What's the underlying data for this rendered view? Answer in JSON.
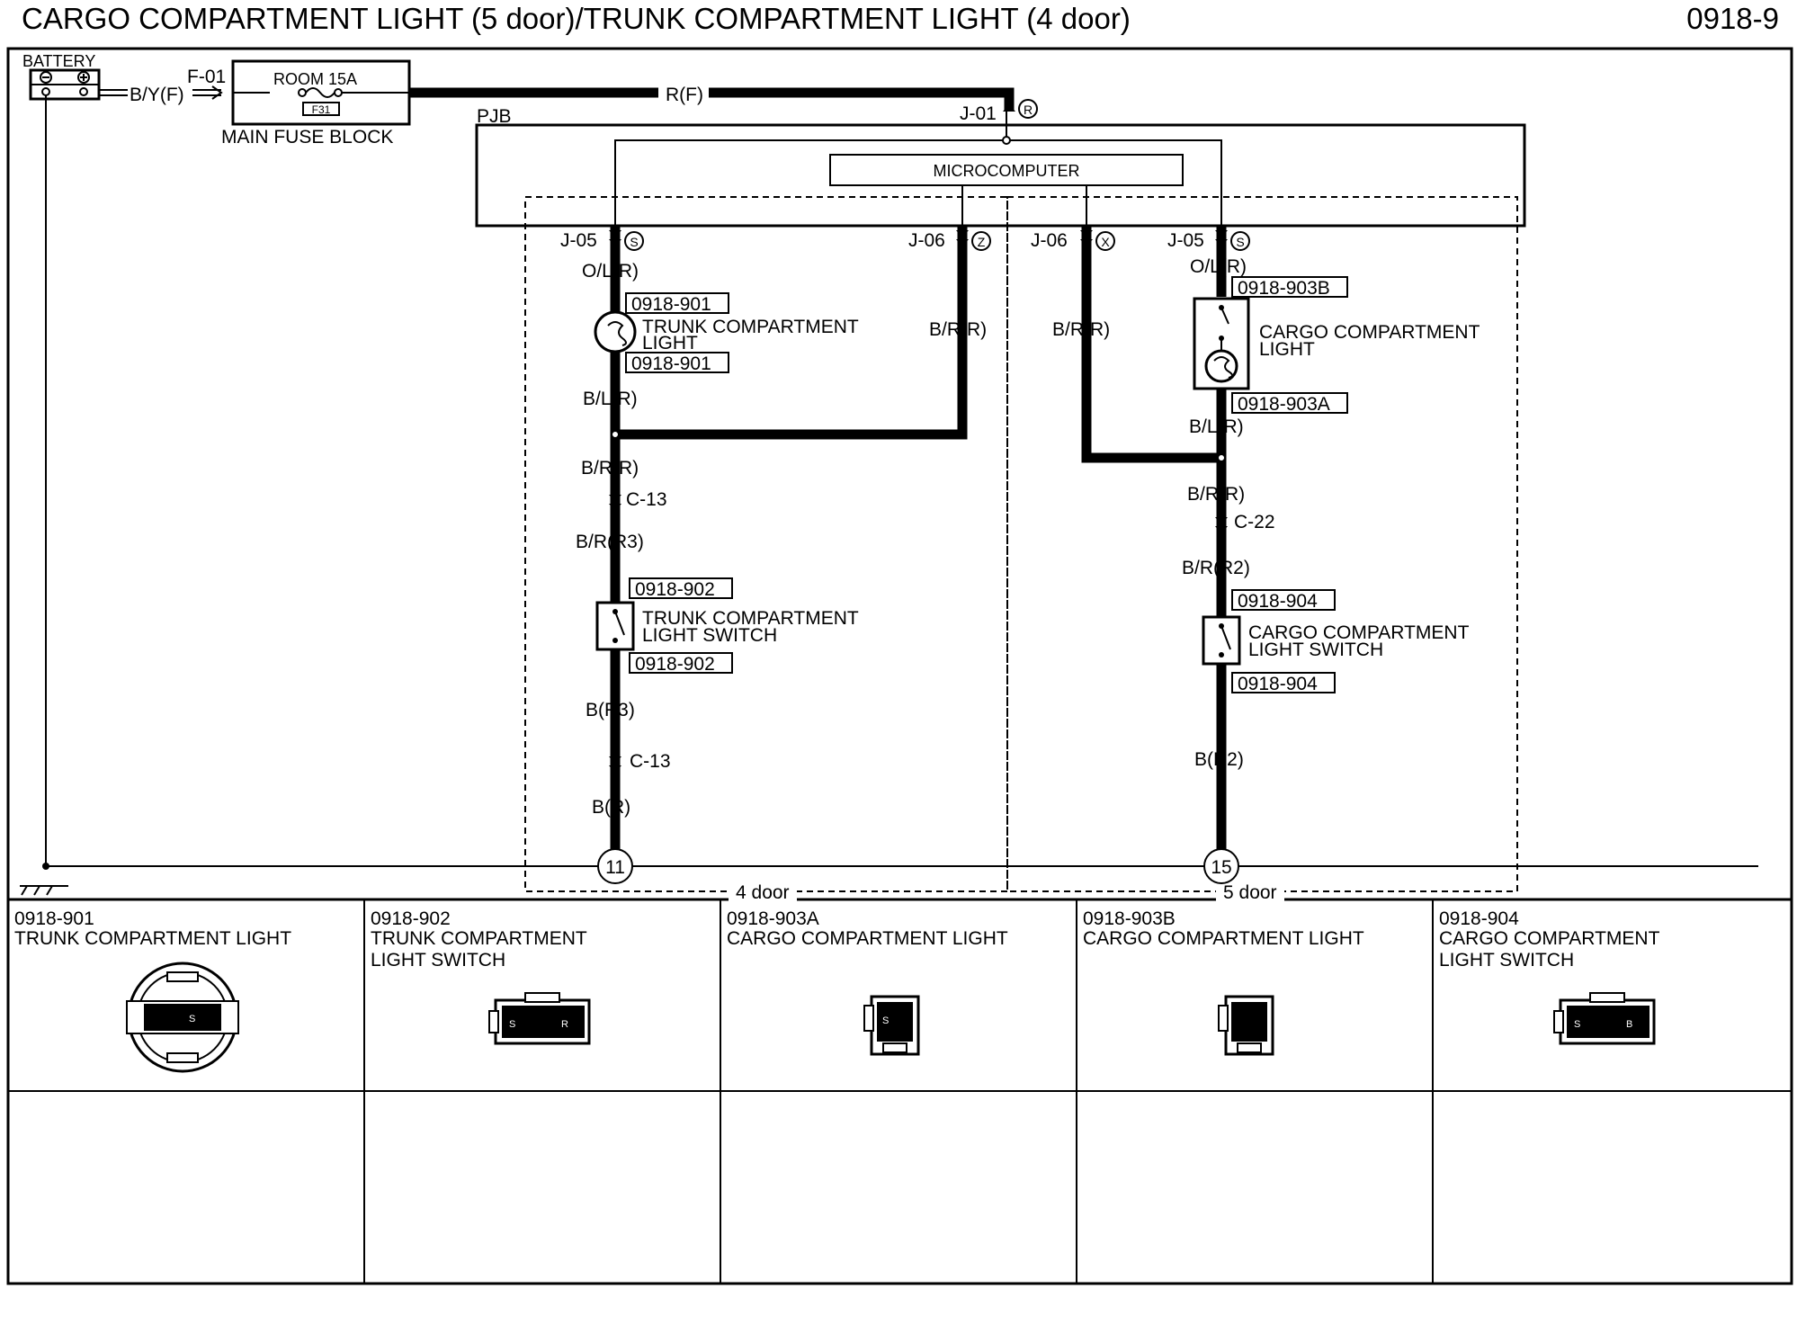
{
  "header": {
    "title": "CARGO COMPARTMENT LIGHT (5 door)/TRUNK COMPARTMENT LIGHT (4 door)",
    "page_number": "0918-9"
  },
  "power": {
    "battery_label": "BATTERY",
    "battery_wire": "B/Y(F)",
    "fuse_connector": "F-01",
    "fuse_name": "ROOM 15A",
    "fuse_code": "F31",
    "fuse_block_label": "MAIN FUSE BLOCK",
    "feed_wire": "R(F)",
    "pjb_connector": "J-01",
    "pjb_terminal": "R"
  },
  "pjb": {
    "label": "PJB",
    "microcomputer_label": "MICROCOMPUTER"
  },
  "trunk_circuit": {
    "j05_connector": "J-05",
    "j05_terminal": "S",
    "j06_connector": "J-06",
    "j06_terminal": "Z",
    "wire_ol": "O/L(R)",
    "light_conn": "0918-901",
    "light_label_line1": "TRUNK COMPARTMENT",
    "light_label_line2": "LIGHT",
    "wire_br_side": "B/R(R)",
    "wire_bl": "B/L(R)",
    "wire_br": "B/R(R)",
    "c_conn": "C-13",
    "wire_br3": "B/R(R3)",
    "switch_conn": "0918-902",
    "switch_label_line1": "TRUNK COMPARTMENT",
    "switch_label_line2": "LIGHT SWITCH",
    "wire_b3": "B(R3)",
    "c_conn_2": "C-13",
    "wire_b": "B(R)",
    "ground_no": "11",
    "zone_label": "4 door"
  },
  "cargo_circuit": {
    "j06_connector": "J-06",
    "j06_terminal": "X",
    "j05_connector": "J-05",
    "j05_terminal": "S",
    "wire_ol": "O/L(R)",
    "light_conn_b": "0918-903B",
    "light_label_line1": "CARGO COMPARTMENT",
    "light_label_line2": "LIGHT",
    "light_conn_a": "0918-903A",
    "wire_br_side": "B/R(R)",
    "wire_bl": "B/L(R)",
    "wire_br": "B/R(R)",
    "c_conn": "C-22",
    "wire_br2": "B/R(R2)",
    "switch_conn": "0918-904",
    "switch_label_line1": "CARGO COMPARTMENT",
    "switch_label_line2": "LIGHT SWITCH",
    "wire_b2": "B(R2)",
    "ground_no": "15",
    "zone_label": "5 door"
  },
  "connector_table": [
    {
      "code": "0918-901",
      "name_line1": "TRUNK COMPARTMENT LIGHT",
      "name_line2": "",
      "pin": "S"
    },
    {
      "code": "0918-902",
      "name_line1": "TRUNK COMPARTMENT",
      "name_line2": "LIGHT SWITCH",
      "pin_a": "S",
      "pin_b": "R"
    },
    {
      "code": "0918-903A",
      "name_line1": "CARGO COMPARTMENT LIGHT",
      "name_line2": "",
      "pin": "S"
    },
    {
      "code": "0918-903B",
      "name_line1": "CARGO COMPARTMENT LIGHT",
      "name_line2": "",
      "pin": ""
    },
    {
      "code": "0918-904",
      "name_line1": "CARGO COMPARTMENT",
      "name_line2": "LIGHT SWITCH",
      "pin_a": "S",
      "pin_b": "B"
    }
  ]
}
